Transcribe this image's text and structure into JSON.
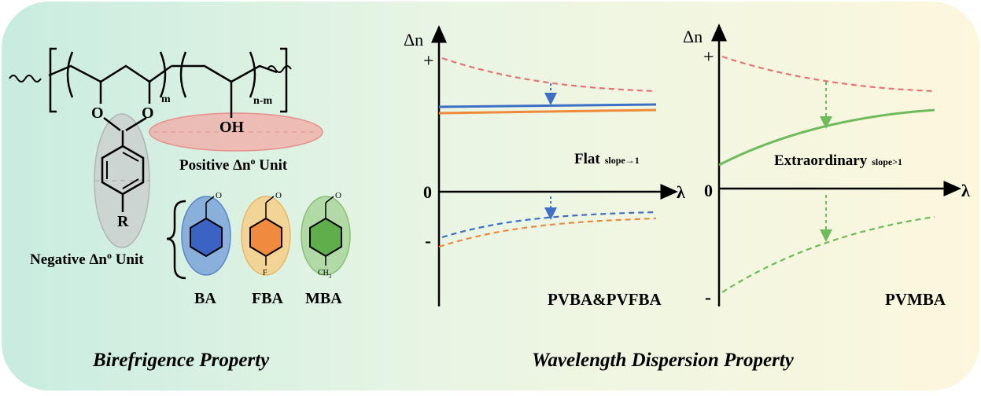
{
  "colors": {
    "bg_left": "#cfeee3",
    "bg_right": "#fbf6dc",
    "pink": "#e57373",
    "blue": "#3e6fc7",
    "orange": "#ee8a3a",
    "green": "#6dbb5a",
    "gray": "#bfc4c2"
  },
  "left": {
    "title": "Birefrigence Property",
    "sub_m": "m",
    "sub_nm": "n-m",
    "atom_o1": "O",
    "atom_o2": "O",
    "atom_oh": "OH",
    "atom_r": "R",
    "positive_label": "Positive Δn",
    "positive_sup": "o",
    "positive_unit": " Unit",
    "negative_label": "Negative Δn",
    "negative_sup": "o",
    "negative_unit": " Unit",
    "sub_o1": "O",
    "sub_o2": "O",
    "sub_o3": "O",
    "sub_f": "F",
    "sub_ch3": "CH",
    "sub_ch3_sub": "3",
    "ba": "BA",
    "fba": "FBA",
    "mba": "MBA"
  },
  "right": {
    "title": "Wavelength Dispersion Property",
    "plot1": {
      "ylabel": "Δn",
      "xlabel": "λ",
      "plus": "+",
      "zero": "0",
      "minus": "-",
      "label": "Flat",
      "label_sub": "slope→1",
      "caption": "PVBA&PVFBA"
    },
    "plot2": {
      "ylabel": "Δn",
      "xlabel": "λ",
      "plus": "+",
      "zero": "0",
      "minus": "-",
      "label": "Extraordinary",
      "label_sub": "slope>1",
      "caption": "PVMBA"
    }
  }
}
